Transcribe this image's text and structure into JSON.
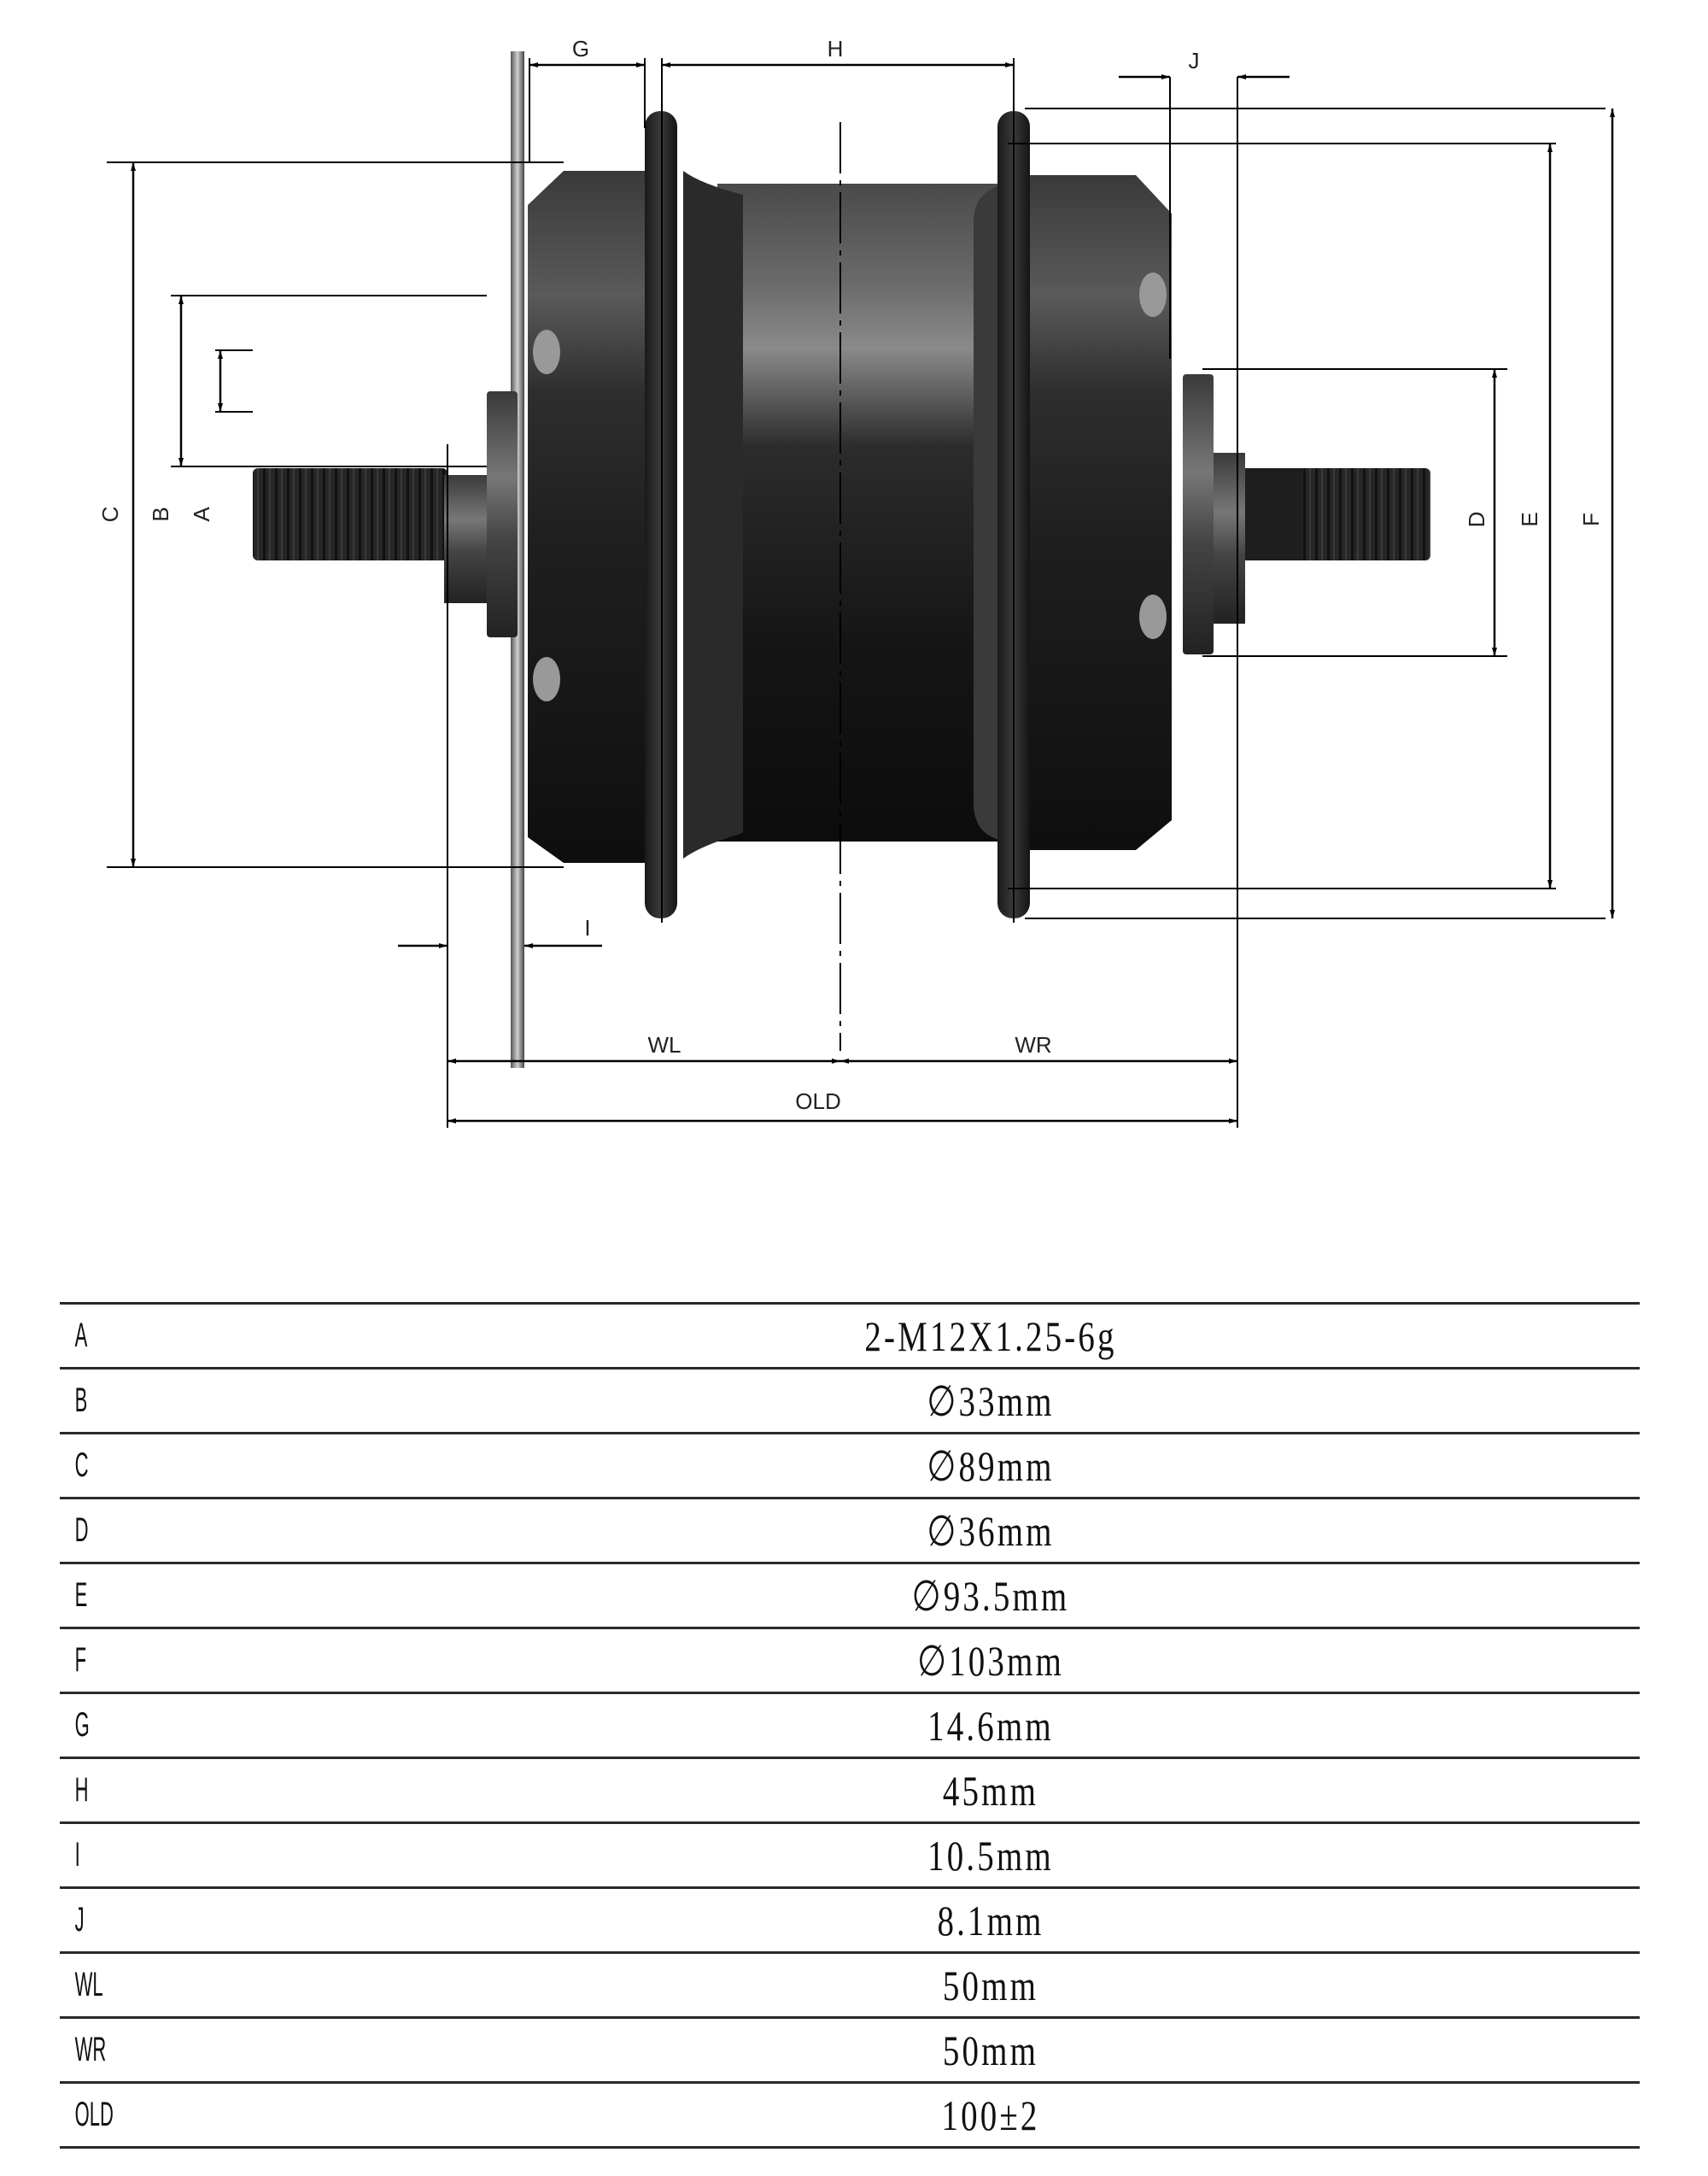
{
  "drawing": {
    "title": "Hub motor dimension drawing",
    "dimension_labels": {
      "A": "A",
      "B": "B",
      "C": "C",
      "D": "D",
      "E": "E",
      "F": "F",
      "G": "G",
      "H": "H",
      "I": "I",
      "J": "J",
      "WL": "WL",
      "WR": "WR",
      "OLD": "OLD"
    }
  },
  "spec_table": {
    "rows": [
      {
        "key": "A",
        "value": "2-M12X1.25-6g"
      },
      {
        "key": "B",
        "value": "∅33mm"
      },
      {
        "key": "C",
        "value": "∅89mm"
      },
      {
        "key": "D",
        "value": "∅36mm"
      },
      {
        "key": "E",
        "value": "∅93.5mm"
      },
      {
        "key": "F",
        "value": "∅103mm"
      },
      {
        "key": "G",
        "value": "14.6mm"
      },
      {
        "key": "H",
        "value": "45mm"
      },
      {
        "key": "I",
        "value": "10.5mm"
      },
      {
        "key": "J",
        "value": "8.1mm"
      },
      {
        "key": "WL",
        "value": "50mm"
      },
      {
        "key": "WR",
        "value": "50mm"
      },
      {
        "key": "OLD",
        "value": "100±2"
      }
    ]
  }
}
